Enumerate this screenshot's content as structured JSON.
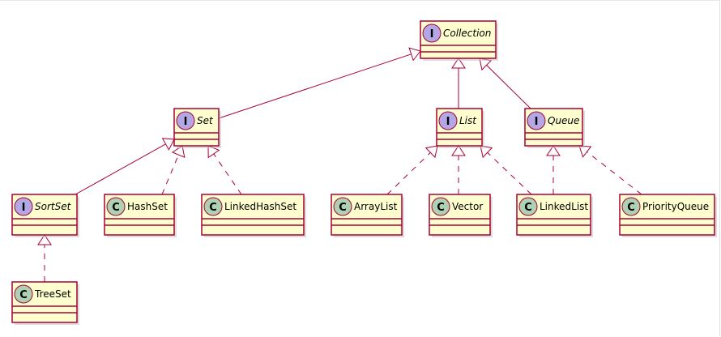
{
  "nodes": [
    {
      "id": "collection",
      "label": "Collection",
      "kind": "I",
      "italic": true
    },
    {
      "id": "set",
      "label": "Set",
      "kind": "I",
      "italic": true
    },
    {
      "id": "list",
      "label": "List",
      "kind": "I",
      "italic": true
    },
    {
      "id": "queue",
      "label": "Queue",
      "kind": "I",
      "italic": true
    },
    {
      "id": "sortset",
      "label": "SortSet",
      "kind": "I",
      "italic": true
    },
    {
      "id": "hashset",
      "label": "HashSet",
      "kind": "C",
      "italic": false
    },
    {
      "id": "linkedhashset",
      "label": "LinkedHashSet",
      "kind": "C",
      "italic": false
    },
    {
      "id": "arraylist",
      "label": "ArrayList",
      "kind": "C",
      "italic": false
    },
    {
      "id": "vector",
      "label": "Vector",
      "kind": "C",
      "italic": false
    },
    {
      "id": "linkedlist",
      "label": "LinkedList",
      "kind": "C",
      "italic": false
    },
    {
      "id": "priorityqueue",
      "label": "PriorityQueue",
      "kind": "C",
      "italic": false
    },
    {
      "id": "treeset",
      "label": "TreeSet",
      "kind": "C",
      "italic": false
    }
  ],
  "edges": [
    {
      "from": "set",
      "to": "collection",
      "style": "solid"
    },
    {
      "from": "list",
      "to": "collection",
      "style": "solid"
    },
    {
      "from": "queue",
      "to": "collection",
      "style": "solid"
    },
    {
      "from": "sortset",
      "to": "set",
      "style": "solid"
    },
    {
      "from": "hashset",
      "to": "set",
      "style": "dashed"
    },
    {
      "from": "linkedhashset",
      "to": "set",
      "style": "dashed"
    },
    {
      "from": "arraylist",
      "to": "list",
      "style": "dashed"
    },
    {
      "from": "vector",
      "to": "list",
      "style": "dashed"
    },
    {
      "from": "linkedlist",
      "to": "list",
      "style": "dashed"
    },
    {
      "from": "linkedlist",
      "to": "queue",
      "style": "dashed"
    },
    {
      "from": "priorityqueue",
      "to": "queue",
      "style": "dashed"
    },
    {
      "from": "treeset",
      "to": "sortset",
      "style": "dashed"
    }
  ],
  "colors": {
    "box_fill": "#FEFECE",
    "border": "#A80036",
    "interface_circle": "#B4A7E5",
    "class_circle": "#ADD1B2"
  }
}
